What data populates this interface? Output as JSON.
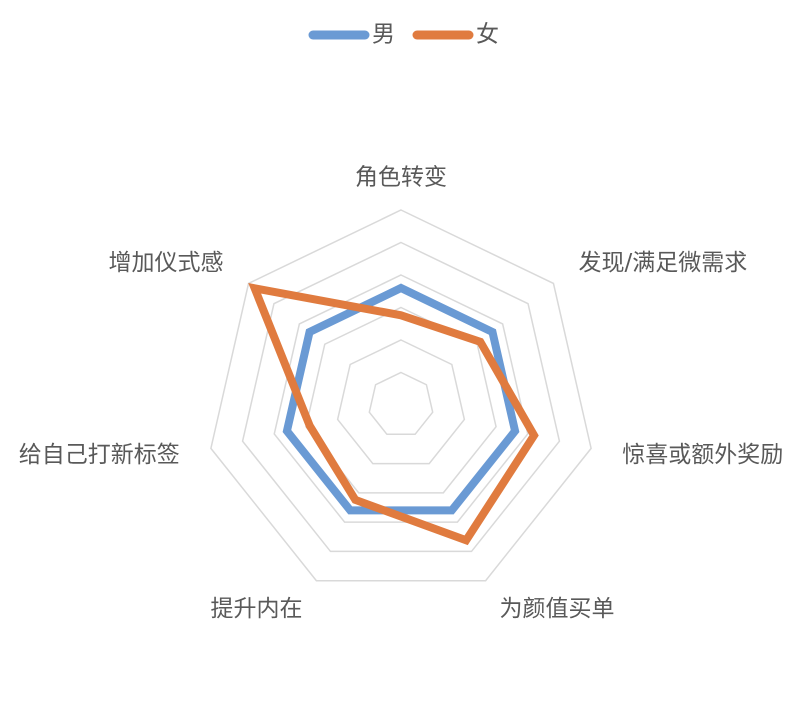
{
  "chart_data": {
    "type": "radar",
    "title": "",
    "axes": [
      "角色转变",
      "发现/满足微需求",
      "惊喜或额外奖励",
      "为颜值买单",
      "提升内在",
      "给自己打新标签",
      "增加仪式感"
    ],
    "series": [
      {
        "name": "男",
        "color": "#6a9ad4",
        "values": [
          0.6,
          0.6,
          0.6,
          0.6,
          0.6,
          0.6,
          0.6
        ]
      },
      {
        "name": "女",
        "color": "#e07b3f",
        "values": [
          0.46,
          0.52,
          0.7,
          0.77,
          0.54,
          0.48,
          0.96
        ]
      }
    ],
    "rlim": [
      0,
      1
    ],
    "rings": 6,
    "grid": true,
    "legend": "top-center"
  }
}
